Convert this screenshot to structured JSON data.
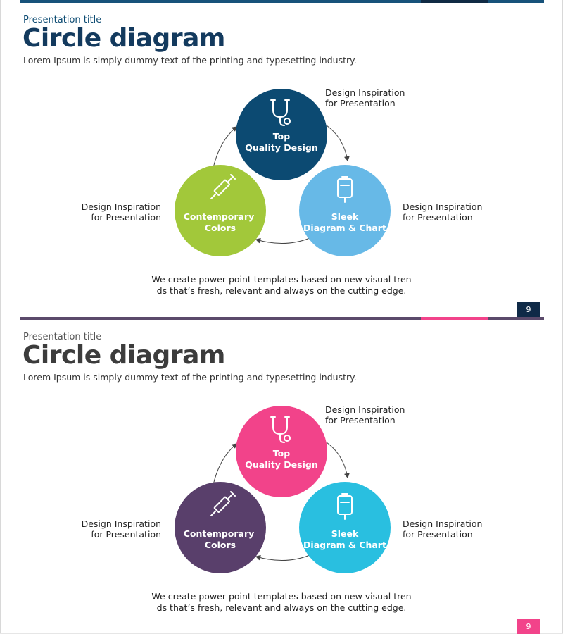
{
  "slides": [
    {
      "kicker": "Presentation title",
      "title": "Circle diagram",
      "subtitle": "Lorem Ipsum is simply dummy text of the printing and typesetting industry.",
      "colors": {
        "accent": "#0e4c73",
        "title": "#133a5e",
        "circle_top": "#0c4a72",
        "circle_left": "#a2c83a",
        "circle_right": "#67b9e7",
        "bar_main": "#17527a",
        "bar_accent": "#102a44",
        "page_bg": "#0f2a47"
      },
      "circles": [
        {
          "id": "top",
          "line1": "Top",
          "line2": "Quality Design",
          "icon": "stethoscope-icon"
        },
        {
          "id": "left",
          "line1": "Contemporary",
          "line2": "Colors",
          "icon": "syringe-icon"
        },
        {
          "id": "right",
          "line1": "Sleek",
          "line2": "Diagram & Chart",
          "icon": "iv-bag-icon"
        }
      ],
      "annotations": {
        "top": "Design Inspiration\nfor Presentation",
        "left": "Design Inspiration\nfor Presentation",
        "right": "Design Inspiration\nfor Presentation"
      },
      "footer": "We create power point templates based on new visual tren\nds that’s fresh, relevant and always on the cutting edge.",
      "page_number": "9"
    },
    {
      "kicker": "Presentation title",
      "title": "Circle diagram",
      "subtitle": "Lorem Ipsum is simply dummy text of the printing and typesetting industry.",
      "colors": {
        "accent": "#555555",
        "title": "#3c3c3c",
        "circle_top": "#f2438a",
        "circle_left": "#593f6b",
        "circle_right": "#29bfe0",
        "bar_main": "#5b4a6b",
        "bar_accent": "#f2438a",
        "page_bg": "#f2438a"
      },
      "circles": [
        {
          "id": "top",
          "line1": "Top",
          "line2": "Quality Design",
          "icon": "stethoscope-icon"
        },
        {
          "id": "left",
          "line1": "Contemporary",
          "line2": "Colors",
          "icon": "syringe-icon"
        },
        {
          "id": "right",
          "line1": "Sleek",
          "line2": "Diagram & Chart",
          "icon": "iv-bag-icon"
        }
      ],
      "annotations": {
        "top": "Design Inspiration\nfor Presentation",
        "left": "Design Inspiration\nfor Presentation",
        "right": "Design Inspiration\nfor Presentation"
      },
      "footer": "We create power point templates based on new visual tren\nds that’s fresh, relevant and always on the cutting edge.",
      "page_number": "9"
    }
  ]
}
